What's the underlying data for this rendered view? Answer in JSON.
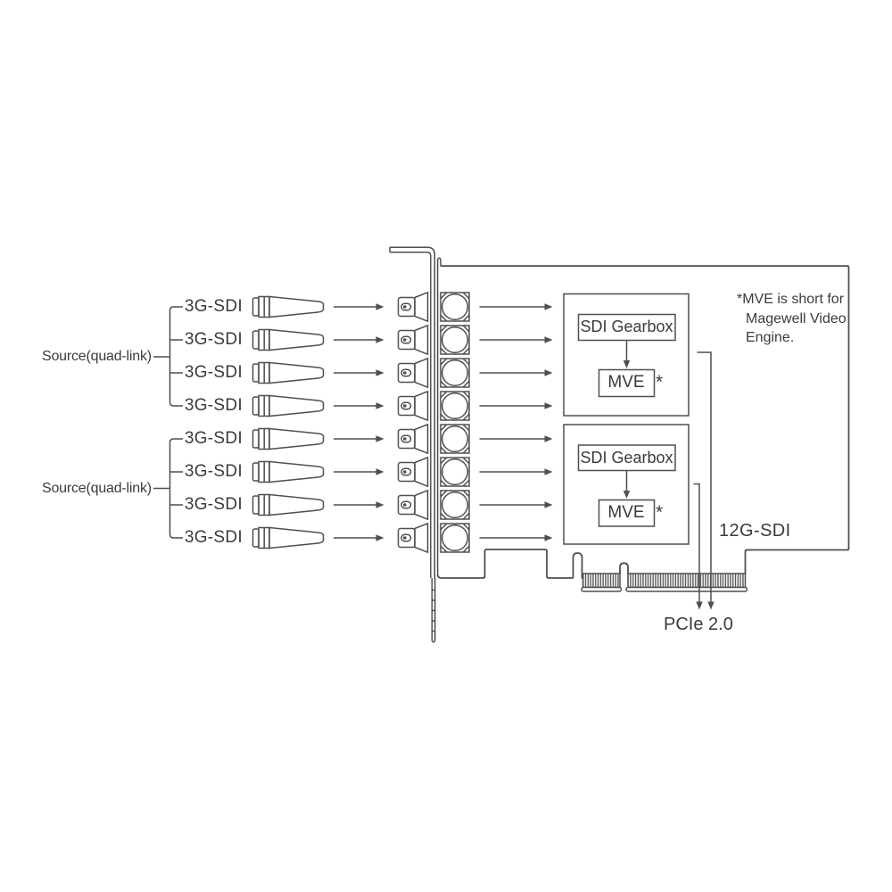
{
  "diagram": {
    "title_hidden": "",
    "sources": [
      {
        "label": "Source(quad-link)",
        "inputs": [
          "3G-SDI",
          "3G-SDI",
          "3G-SDI",
          "3G-SDI"
        ]
      },
      {
        "label": "Source(quad-link)",
        "inputs": [
          "3G-SDI",
          "3G-SDI",
          "3G-SDI",
          "3G-SDI"
        ]
      }
    ],
    "processors": [
      {
        "gearbox_label": "SDI Gearbox",
        "engine_label": "MVE",
        "marker": "*"
      },
      {
        "gearbox_label": "SDI Gearbox",
        "engine_label": "MVE",
        "marker": "*"
      }
    ],
    "output_label": "12G-SDI",
    "bus_label": "PCIe 2.0",
    "note": [
      "*MVE is short for",
      "Magewell Video",
      "Engine."
    ],
    "colors": {
      "line": "#4f4f4f",
      "text": "#3b3b3b",
      "background": "#ffffff"
    }
  }
}
